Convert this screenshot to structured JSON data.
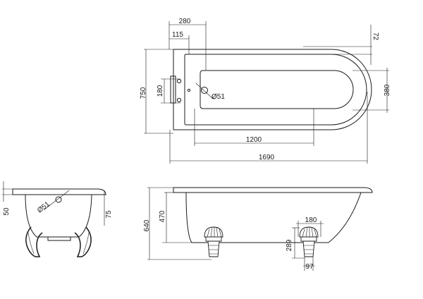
{
  "dimensions": {
    "plan_top_280": "280",
    "plan_top_115": "115",
    "plan_right_72": "72",
    "plan_left_750": "750",
    "plan_left_180": "180",
    "plan_drain_d51": "Ø51",
    "plan_right_380": "380",
    "plan_bottom_1200": "1200",
    "plan_bottom_1690": "1690",
    "end_left_50": "50",
    "end_drain_d51": "Ø51",
    "end_right_75": "75",
    "side_left_640": "640",
    "side_left_470": "470",
    "side_foot_180": "180",
    "side_foot_289": "289",
    "side_foot_97": "97"
  }
}
